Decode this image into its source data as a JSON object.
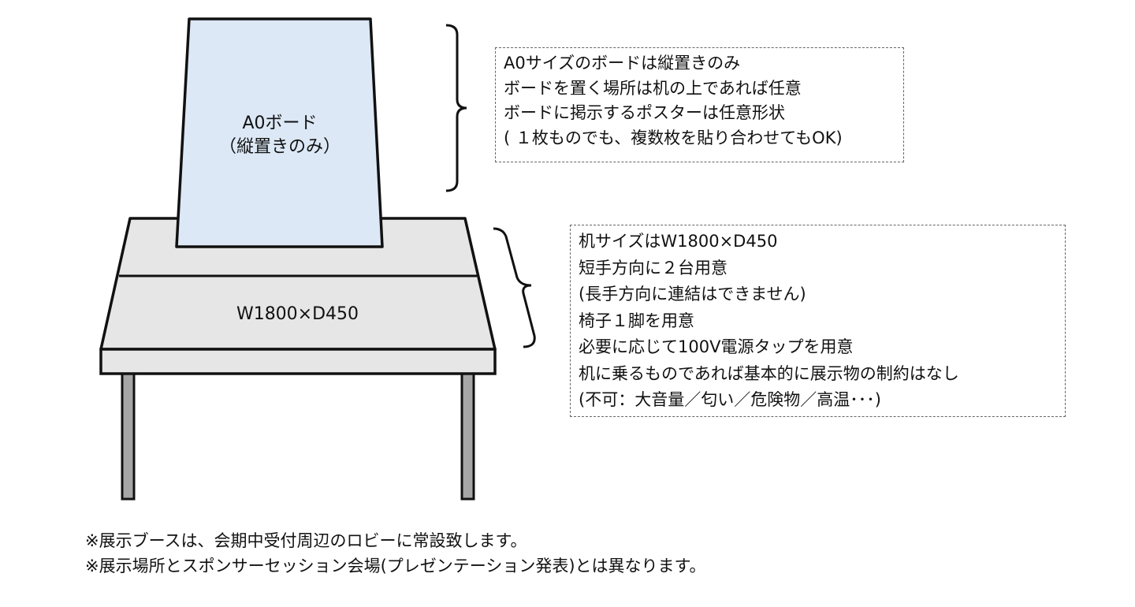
{
  "colors": {
    "board_fill": "#dce8f5",
    "table_fill": "#e6e6e6",
    "leg_fill": "#a6a6a6",
    "stroke": "#111111"
  },
  "board": {
    "title": "A0ボード",
    "subtitle": "（縦置きのみ）"
  },
  "table": {
    "label": "W1800×D450"
  },
  "board_notes": [
    "A0サイズのボードは縦置きのみ",
    "ボードを置く場所は机の上であれば任意",
    "ボードに掲示するポスターは任意形状",
    "( １枚ものでも、複数枚を貼り合わせてもOK)"
  ],
  "table_notes": [
    "机サイズはW1800×D450",
    "短手方向に２台用意",
    "(長手方向に連結はできません)",
    "椅子１脚を用意",
    "必要に応じて100V電源タップを用意",
    "机に乗るものであれば基本的に展示物の制約はなし",
    "(不可：大音量／匂い／危険物／高温･･･)"
  ],
  "footnotes": [
    "※展示ブースは、会期中受付周辺のロビーに常設致します。",
    "※展示場所とスポンサーセッション会場(プレゼンテーション発表)とは異なります。"
  ]
}
